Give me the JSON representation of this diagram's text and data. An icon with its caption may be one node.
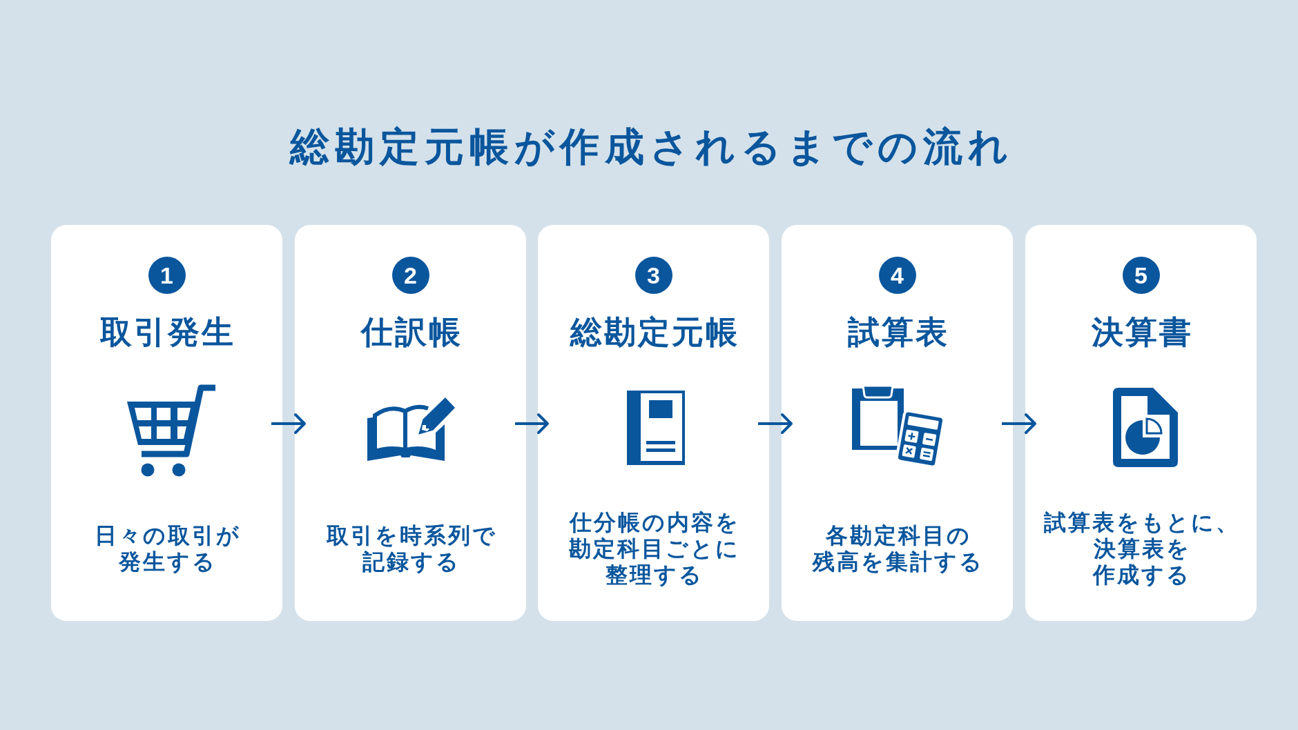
{
  "diagram": {
    "title": "総勘定元帳が作成されるまでの流れ",
    "nodes": [
      {
        "text": [
          "取引発生",
          "日々の取引が発生する"
        ]
      },
      {
        "text": [
          "1"
        ],
        "in": 0
      },
      {
        "text": [
          "仕訳帳",
          "取引を時系列で記録する"
        ]
      },
      {
        "text": [
          "2"
        ],
        "in": 2
      },
      {
        "text": [
          "総勘定元帳",
          "仕分帳の内容を勘定科目ごとに整理する"
        ]
      },
      {
        "text": [
          "3"
        ],
        "in": 4
      },
      {
        "text": [
          "試算表",
          "各勘定科目の残高を集計する"
        ]
      },
      {
        "text": [
          "4"
        ],
        "in": 6
      },
      {
        "text": [
          "決算書",
          "試算表をもとに、決算表を作成する"
        ]
      },
      {
        "text": [
          "5"
        ],
        "in": 8
      }
    ],
    "edges": [
      {
        "from": 0,
        "to": 2,
        "arrow": "to"
      },
      {
        "from": 2,
        "to": 4,
        "arrow": "to"
      },
      {
        "from": 4,
        "to": 6,
        "arrow": "to"
      },
      {
        "from": 6,
        "to": 8,
        "arrow": "to"
      }
    ]
  }
}
